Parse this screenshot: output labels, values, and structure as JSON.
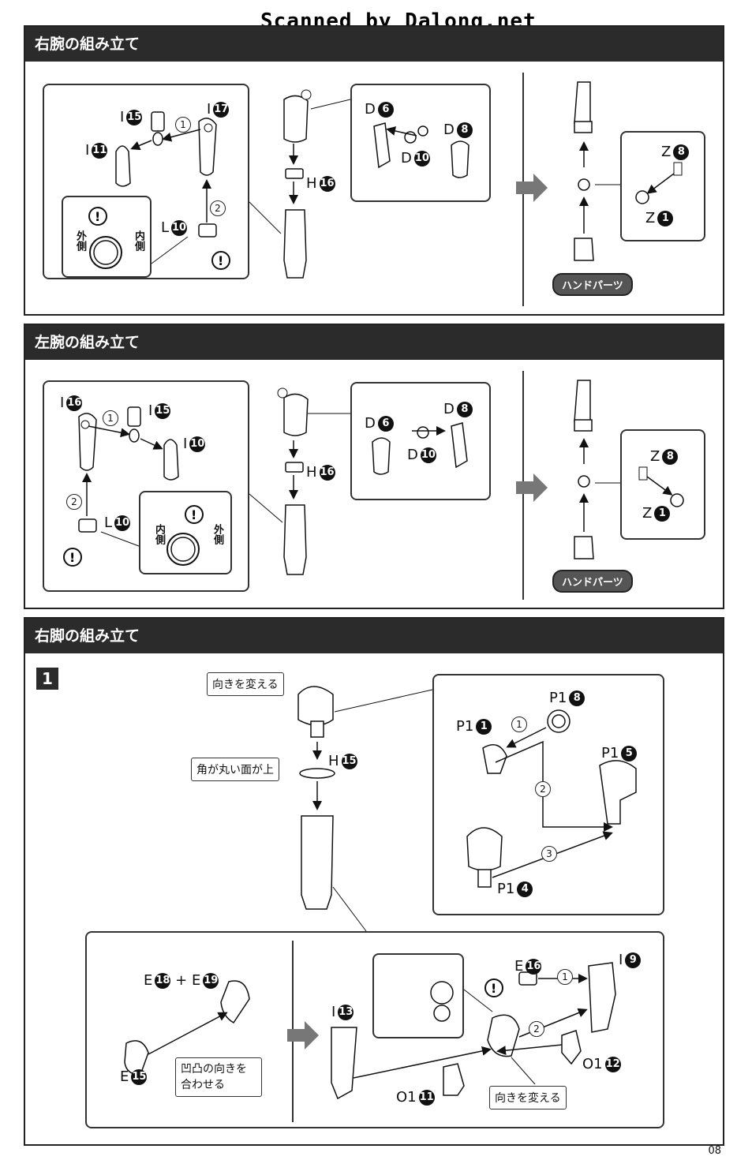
{
  "watermark": "Scanned by Dalong.net",
  "page_number": "08",
  "sections": {
    "right_arm": {
      "title": "右腕の組み立て",
      "hand_parts_label": "ハンドパーツ",
      "outer_label": "外側",
      "inner_label": "内側",
      "parts": {
        "i15": {
          "letter": "I",
          "num": "15"
        },
        "i17": {
          "letter": "I",
          "num": "17"
        },
        "i11": {
          "letter": "I",
          "num": "11"
        },
        "l10": {
          "letter": "L",
          "num": "10"
        },
        "h16": {
          "letter": "H",
          "num": "16"
        },
        "d6": {
          "letter": "D",
          "num": "6"
        },
        "d8": {
          "letter": "D",
          "num": "8"
        },
        "d10": {
          "letter": "D",
          "num": "10"
        },
        "z8": {
          "letter": "Z",
          "num": "8"
        },
        "z1": {
          "letter": "Z",
          "num": "1"
        }
      },
      "steps": [
        "1",
        "2"
      ]
    },
    "left_arm": {
      "title": "左腕の組み立て",
      "hand_parts_label": "ハンドパーツ",
      "outer_label": "外側",
      "inner_label": "内側",
      "parts": {
        "i16": {
          "letter": "I",
          "num": "16"
        },
        "i15": {
          "letter": "I",
          "num": "15"
        },
        "i10": {
          "letter": "I",
          "num": "10"
        },
        "l10": {
          "letter": "L",
          "num": "10"
        },
        "h16": {
          "letter": "H",
          "num": "16"
        },
        "d6": {
          "letter": "D",
          "num": "6"
        },
        "d8": {
          "letter": "D",
          "num": "8"
        },
        "d10": {
          "letter": "D",
          "num": "10"
        },
        "z8": {
          "letter": "Z",
          "num": "8"
        },
        "z1": {
          "letter": "Z",
          "num": "1"
        }
      },
      "steps": [
        "1",
        "2"
      ]
    },
    "right_leg": {
      "title": "右脚の組み立て",
      "step_badge": "1",
      "notes": {
        "change_direction": "向きを変える",
        "rounded_face_up": "角が丸い面が上",
        "match_bumps": "凹凸の向きを合わせる",
        "change_direction_2": "向きを変える"
      },
      "parts": {
        "h15": {
          "letter": "H",
          "num": "15"
        },
        "p1_8": {
          "letter": "P1",
          "num": "8"
        },
        "p1_1": {
          "letter": "P1",
          "num": "1"
        },
        "p1_5": {
          "letter": "P1",
          "num": "5"
        },
        "p1_4": {
          "letter": "P1",
          "num": "4"
        },
        "e18": {
          "letter": "E",
          "num": "18"
        },
        "e19": {
          "letter": "E",
          "num": "19"
        },
        "e15": {
          "letter": "E",
          "num": "15"
        },
        "i13": {
          "letter": "I",
          "num": "13"
        },
        "e16": {
          "letter": "E",
          "num": "16"
        },
        "i9": {
          "letter": "I",
          "num": "9"
        },
        "o1_12": {
          "letter": "O1",
          "num": "12"
        },
        "o1_11": {
          "letter": "O1",
          "num": "11"
        }
      },
      "plus": "+",
      "steps": [
        "1",
        "2",
        "3"
      ]
    }
  }
}
